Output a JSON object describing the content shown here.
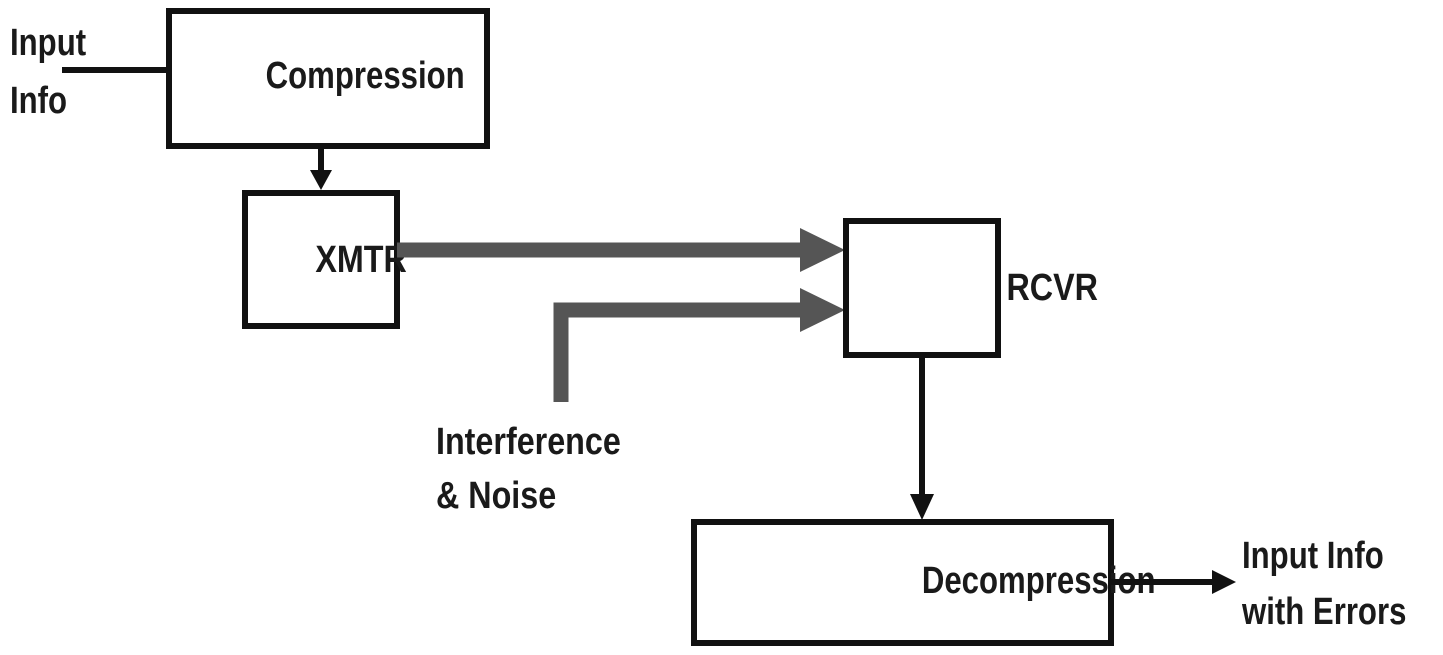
{
  "diagram": {
    "blocks": {
      "compression": "Compression",
      "xmtr": "XMTR",
      "rcvr": "RCVR",
      "decompression": "Decompression"
    },
    "labels": {
      "input_line1": "Input",
      "input_line2": "Info",
      "interference_line1": "Interference",
      "interference_line2": "& Noise",
      "output_line1": "Input Info",
      "output_line2": "with Errors"
    },
    "edges": [
      {
        "from": "Input Info",
        "to": "Compression"
      },
      {
        "from": "Compression",
        "to": "XMTR"
      },
      {
        "from": "XMTR",
        "to": "RCVR",
        "style": "thick-grey"
      },
      {
        "from": "Interference & Noise",
        "to": "RCVR",
        "style": "thick-grey"
      },
      {
        "from": "RCVR",
        "to": "Decompression"
      },
      {
        "from": "Decompression",
        "to": "Input Info with Errors"
      }
    ],
    "colors": {
      "block_stroke": "#111111",
      "signal_path": "#555555",
      "text": "#1a1a1a",
      "background": "#ffffff"
    }
  }
}
